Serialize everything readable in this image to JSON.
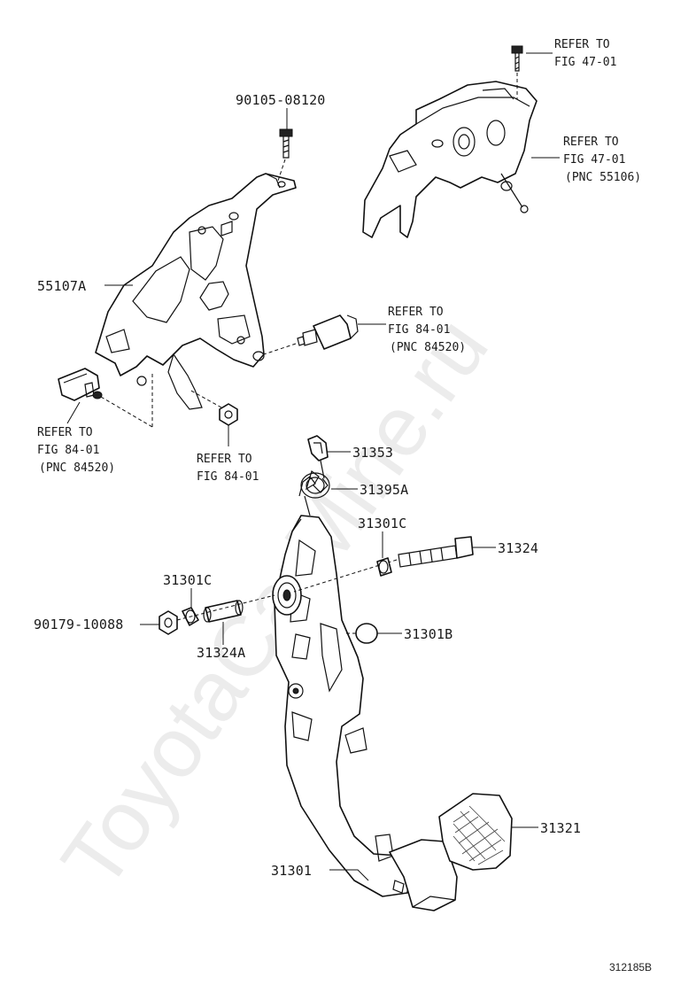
{
  "watermark": "ToyotaCarMine.ru",
  "diagram_id": "312185B",
  "colors": {
    "line": "#111111",
    "background": "#ffffff",
    "watermark": "#d6d6d6"
  },
  "labels": {
    "p90105_08120": "90105-08120",
    "p55107A": "55107A",
    "p31353": "31353",
    "p31395A": "31395A",
    "p31301C_right": "31301C",
    "p31324": "31324",
    "p31301C_left": "31301C",
    "p90179_10088": "90179-10088",
    "p31324A": "31324A",
    "p31301B": "31301B",
    "p31321": "31321",
    "p31301": "31301"
  },
  "references": {
    "top_bolt": {
      "line1": "REFER TO",
      "line2": "FIG 47-01"
    },
    "master_cylinder": {
      "line1": "REFER TO",
      "line2": "FIG 47-01",
      "line3": "(PNC 55106)"
    },
    "stop_switch": {
      "line1": "REFER TO",
      "line2": "FIG 84-01",
      "line3": "(PNC 84520)"
    },
    "left_switch": {
      "line1": "REFER TO",
      "line2": "FIG 84-01",
      "line3": "(PNC 84520)"
    },
    "nut": {
      "line1": "REFER TO",
      "line2": "FIG 84-01"
    }
  }
}
